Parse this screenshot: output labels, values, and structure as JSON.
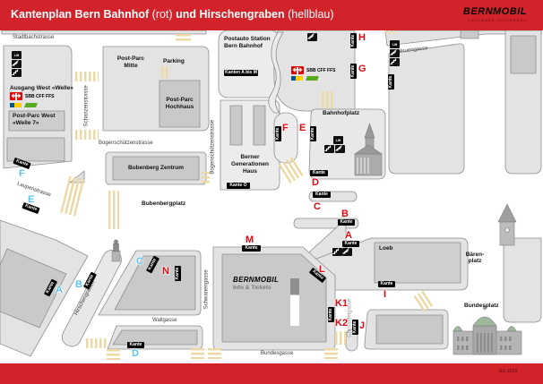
{
  "header": {
    "title_main1": "Kantenplan Bern Bahnhof",
    "title_note1": "(rot)",
    "title_main2": "und Hirschengraben",
    "title_note2": "(hellblau)",
    "logo": "BERNMOBIL",
    "logo_tagline": "ZUSAMMEN UNTERWEGS"
  },
  "footer": {
    "version": "Juli 2023"
  },
  "colors": {
    "brand_red": "#d2232a",
    "kante_rot": "#e30613",
    "kante_hellblau": "#5ec1ec",
    "crosswalk": "#edd9a5"
  },
  "streets": {
    "stadtbachstrasse": "Stadtbachstrasse",
    "schanzenstrasse": "Schanzenstrasse",
    "bogenschuetzenstrasse": "Bogenschützenstrasse",
    "neuengasse": "Neuengasse",
    "laupenstrasse": "Laupenstrasse",
    "schwanengasse": "Schwanengasse",
    "wallgasse": "Wallgasse",
    "bundesgasse": "Bundesgasse",
    "christoffelgasse": "Christoffelgasse",
    "hirschengraben": "Hirschengraben"
  },
  "places": {
    "bahnhofplatz": "Bahnhofplatz",
    "bubenbergplatz": "Bubenbergplatz",
    "baerenplatz_line1": "Bären-",
    "baerenplatz_line2": "platz",
    "bundesplatz": "Bundesplatz"
  },
  "buildings": {
    "post_parc_mitte_line1": "Post-Parc",
    "post_parc_mitte_line2": "Mitte",
    "parking": "Parking",
    "post_parc_hochhaus_line1": "Post-Parc",
    "post_parc_hochhaus_line2": "Hochhaus",
    "post_parc_west_line1": "Post-Parc West",
    "post_parc_west_line2": "«Welle 7»",
    "bubenberg_zentrum": "Bubenberg Zentrum",
    "generationen_haus_line1": "Berner",
    "generationen_haus_line2": "Generationen",
    "generationen_haus_line3": "Haus",
    "loeb": "Loeb"
  },
  "station": {
    "postauto_line1": "Postauto Station",
    "postauto_line2": "Bern Bahnhof",
    "ausgang_west": "Ausgang West «Welle»",
    "sbb_logo": "SBB CFF FFS",
    "bernmobil_shop": "BERNMOBIL",
    "bernmobil_shop_sub": "Info & Tickets"
  },
  "badges": {
    "kante": "Kante",
    "kanten_range": "Kanten A bis M",
    "kante_o": "Kante O",
    "lift": "Lift"
  },
  "kanten": {
    "A": "A",
    "B": "B",
    "C": "C",
    "D": "D",
    "E": "E",
    "F": "F",
    "G": "G",
    "H": "H",
    "I": "I",
    "J": "J",
    "K1": "K1",
    "K2": "K2",
    "L": "L",
    "M": "M",
    "N": "N"
  }
}
